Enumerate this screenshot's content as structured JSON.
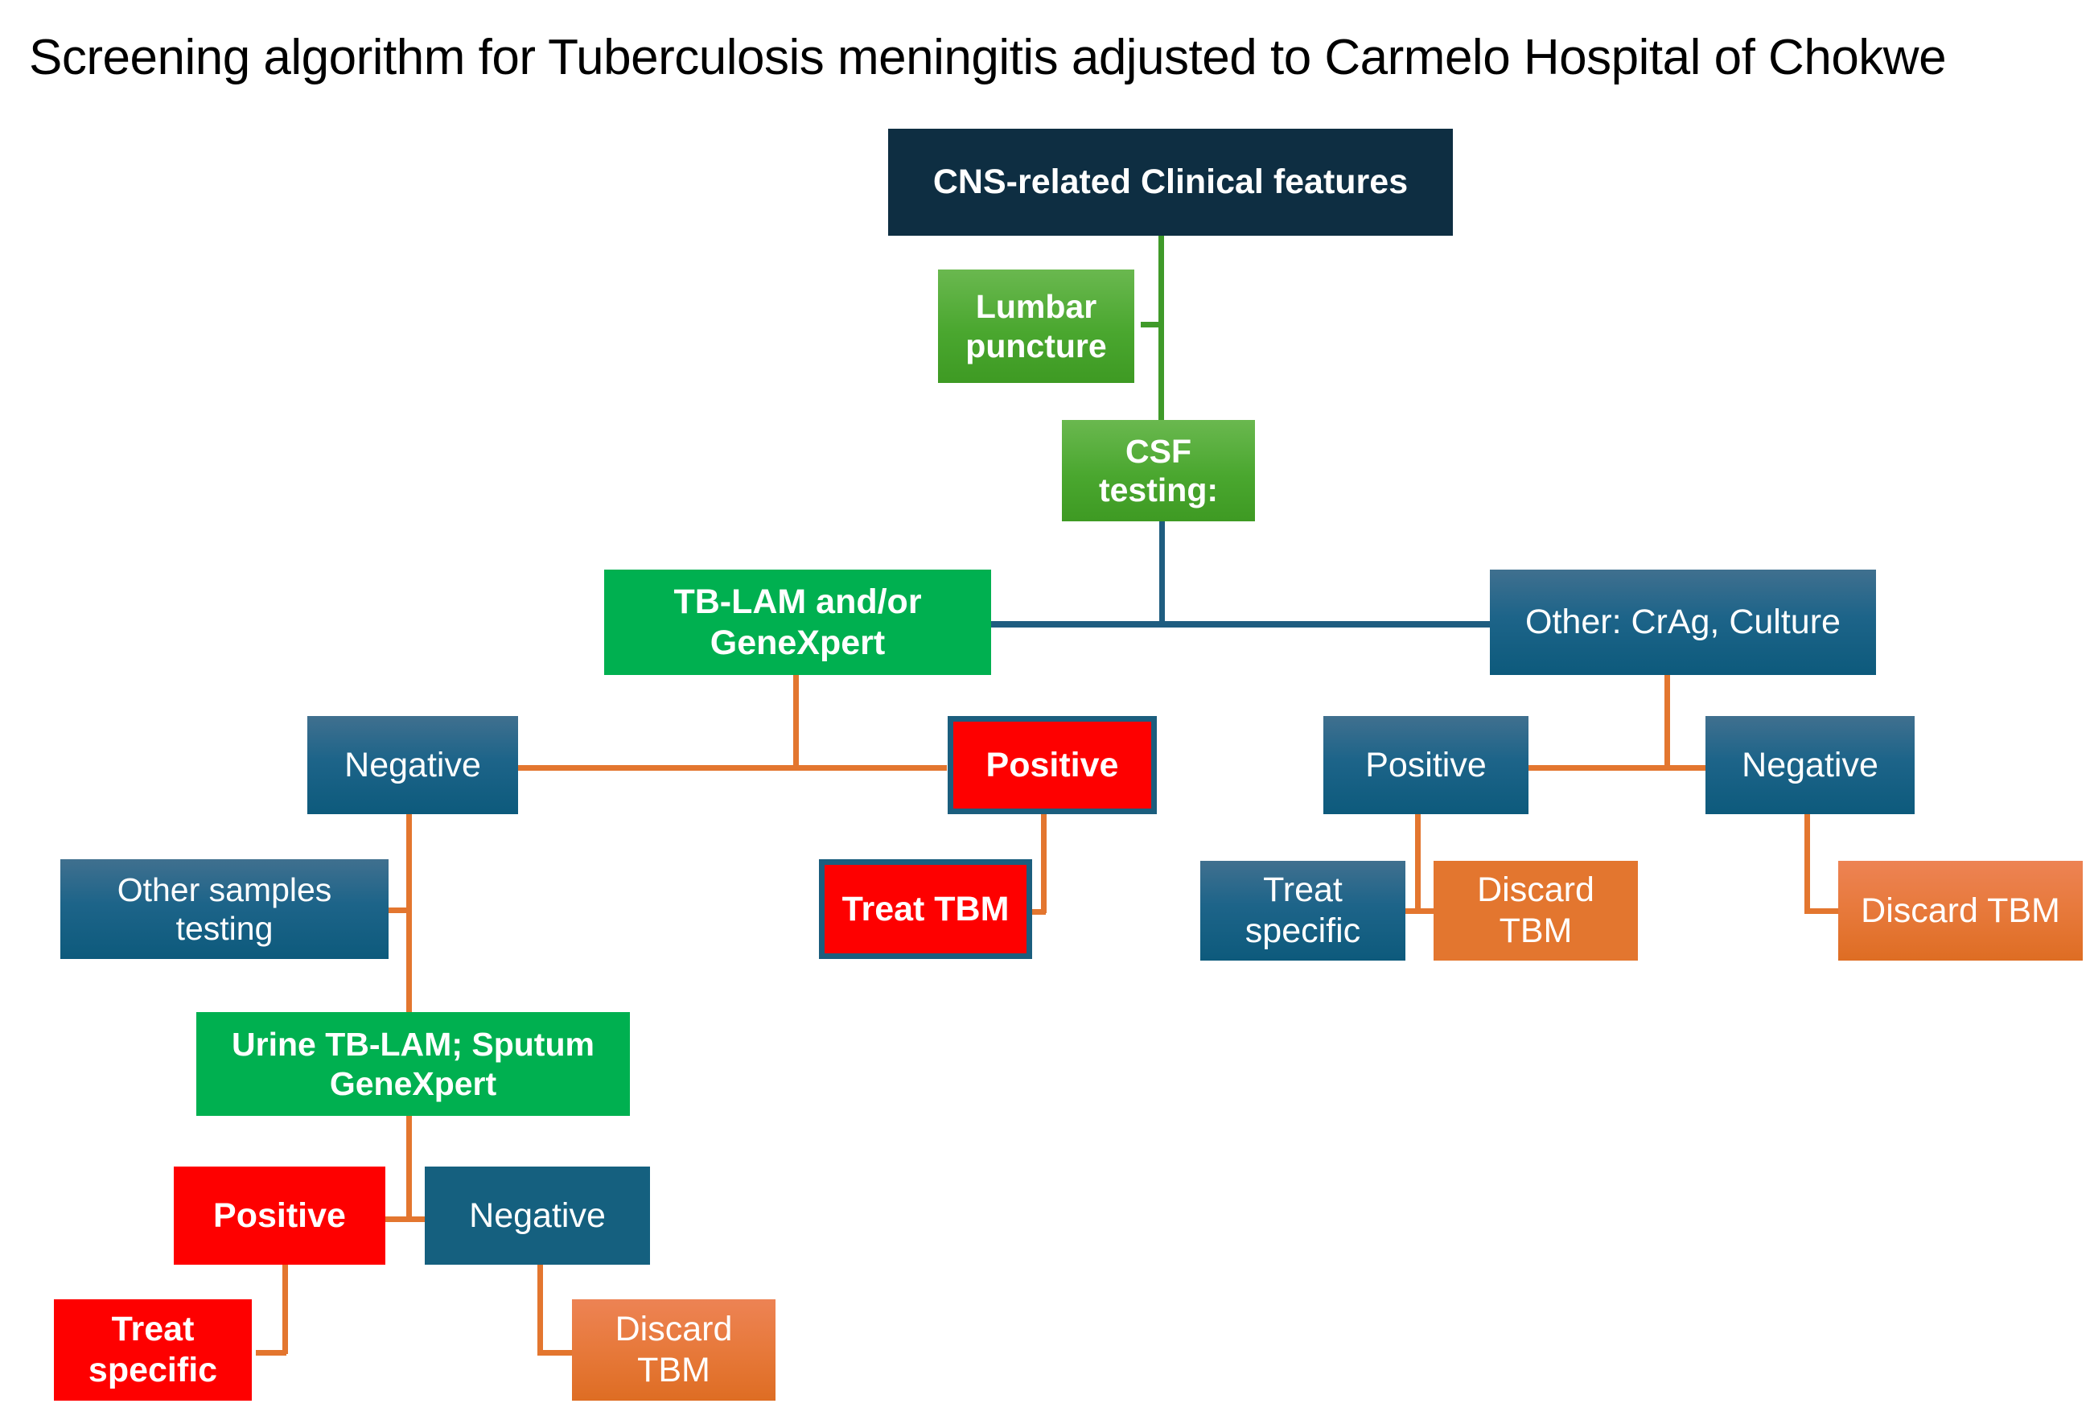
{
  "title": "Screening algorithm for Tuberculosis meningitis adjusted to Carmelo Hospital of Chokwe",
  "colors": {
    "navy": "#0E2E42",
    "green_flat": "#00B050",
    "green_gradient_top": "#6AB84F",
    "green_gradient_bottom": "#3E9A23",
    "blue_gradient_top": "#40708F",
    "blue_gradient_bottom": "#0D5A7C",
    "blue_flat": "#15607F",
    "red": "#FE0000",
    "orange": "#E3762F",
    "connector_green": "#3F9A29",
    "connector_blue": "#1F5D80",
    "connector_orange": "#E3762F",
    "text": "#FFFFFF",
    "title_text": "#000000"
  },
  "nodes": {
    "root": "CNS-related Clinical features",
    "lumbar_puncture": "Lumbar\npuncture",
    "csf_testing": "CSF\ntesting:",
    "tb_lam_genexpert": "TB-LAM and/or\nGeneXpert",
    "other_crag_culture": "Other: CrAg, Culture",
    "csf_negative": "Negative",
    "csf_positive": "Positive",
    "treat_tbm": "Treat TBM",
    "other_samples_testing": "Other samples\ntesting",
    "urine_tblam_sputum": "Urine TB-LAM; Sputum\nGeneXpert",
    "urine_positive": "Positive",
    "urine_negative": "Negative",
    "treat_specific_left": "Treat\nspecific",
    "discard_tbm_left": "Discard\nTBM",
    "other_positive": "Positive",
    "other_negative": "Negative",
    "treat_specific_right": "Treat\nspecific",
    "discard_tbm_mid": "Discard\nTBM",
    "discard_tbm_right": "Discard TBM"
  },
  "chart_data": {
    "type": "diagram",
    "title": "Screening algorithm for Tuberculosis meningitis adjusted to Carmelo Hospital of Chokwe",
    "diagram_type": "flowchart",
    "flow": [
      {
        "from": "CNS-related Clinical features",
        "to": "Lumbar puncture",
        "color": "#3F9A29"
      },
      {
        "from": "Lumbar puncture",
        "to": "CSF testing:",
        "color": "#3F9A29"
      },
      {
        "from": "CSF testing:",
        "to": "TB-LAM and/or GeneXpert",
        "color": "#1F5D80"
      },
      {
        "from": "CSF testing:",
        "to": "Other: CrAg, Culture",
        "color": "#1F5D80"
      },
      {
        "from": "TB-LAM and/or GeneXpert",
        "to": "Negative",
        "color": "#E3762F"
      },
      {
        "from": "TB-LAM and/or GeneXpert",
        "to": "Positive",
        "color": "#E3762F"
      },
      {
        "from": "Positive",
        "to": "Treat TBM",
        "color": "#E3762F"
      },
      {
        "from": "Negative",
        "to": "Other samples testing",
        "color": "#E3762F"
      },
      {
        "from": "Other samples testing",
        "to": "Urine TB-LAM; Sputum GeneXpert",
        "color": "#E3762F"
      },
      {
        "from": "Urine TB-LAM; Sputum GeneXpert",
        "to": "Positive",
        "color": "#E3762F"
      },
      {
        "from": "Urine TB-LAM; Sputum GeneXpert",
        "to": "Negative",
        "color": "#E3762F"
      },
      {
        "from": "Positive",
        "to": "Treat specific",
        "color": "#E3762F"
      },
      {
        "from": "Negative",
        "to": "Discard TBM",
        "color": "#E3762F"
      },
      {
        "from": "Other: CrAg, Culture",
        "to": "Positive",
        "color": "#E3762F"
      },
      {
        "from": "Other: CrAg, Culture",
        "to": "Negative",
        "color": "#E3762F"
      },
      {
        "from": "Positive",
        "to": "Treat specific",
        "color": "#E3762F"
      },
      {
        "from": "Positive",
        "to": "Discard TBM",
        "color": "#E3762F"
      },
      {
        "from": "Negative",
        "to": "Discard TBM",
        "color": "#E3762F"
      }
    ]
  }
}
